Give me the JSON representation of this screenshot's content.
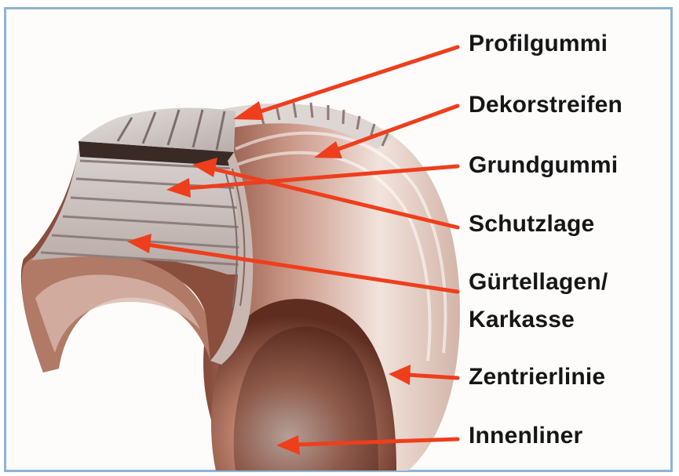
{
  "labels": {
    "profilgummi": "Profilgummi",
    "dekorstreifen": "Dekorstreifen",
    "grundgummi": "Grundgummi",
    "schutzlage": "Schutzlage",
    "guertellagen": "Gürtellagen/",
    "karkasse": "Karkasse",
    "zentrierlinie": "Zentrierlinie",
    "innenliner": "Innenliner"
  },
  "colors": {
    "arrow": "#ee3e1c",
    "frame": "#8fb3d3",
    "label": "#161616",
    "rubber_dark": "#5a2e22",
    "rubber_mid": "#a86a55",
    "rubber_light": "#e9d4cb"
  }
}
